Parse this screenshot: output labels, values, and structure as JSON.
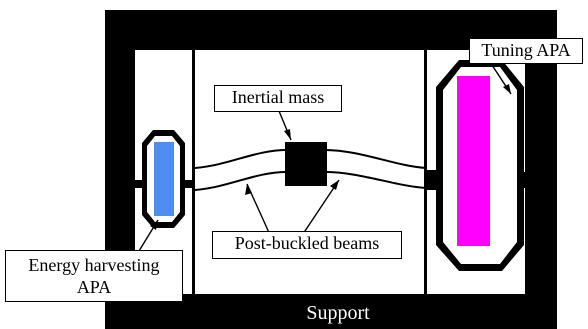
{
  "labels": {
    "tuning_apa": "Tuning APA",
    "inertial_mass": "Inertial mass",
    "post_buckled_beams": "Post-buckled beams",
    "energy_harvesting_line1": "Energy harvesting",
    "energy_harvesting_line2": "APA",
    "support": "Support"
  },
  "colors": {
    "frame": "#000000",
    "energy_harvesting_apa_fill": "#4f8ef0",
    "tuning_apa_fill": "#ff00ff",
    "background": "#ffffff"
  }
}
